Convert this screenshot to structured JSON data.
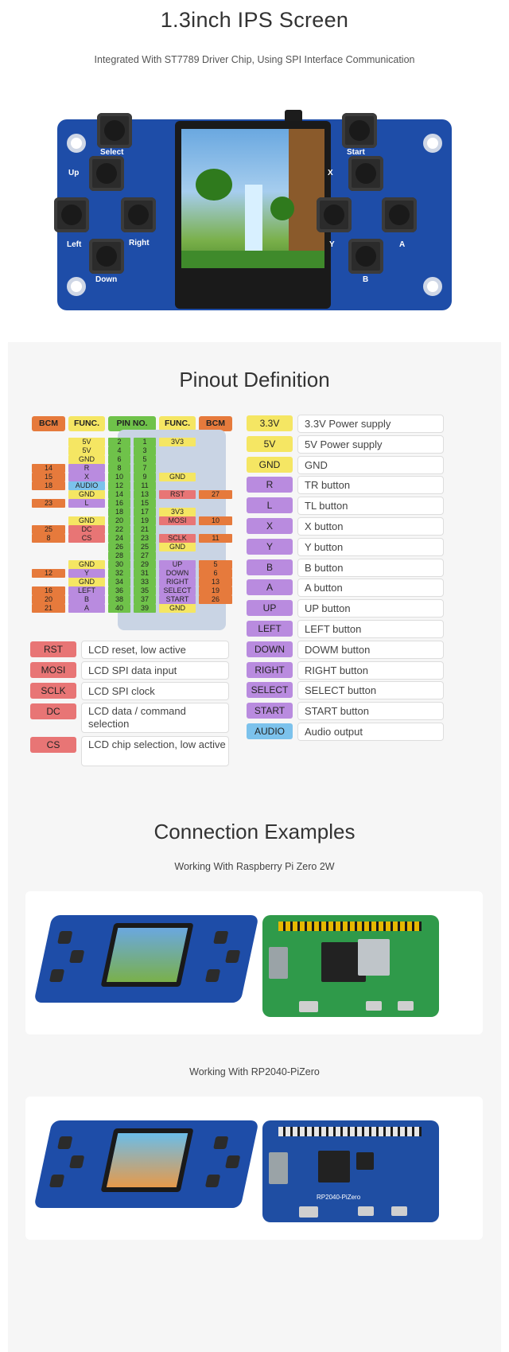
{
  "header": {
    "title": "1.3inch IPS Screen",
    "subtitle": "Integrated With ST7789 Driver Chip, Using SPI Interface Communication"
  },
  "board": {
    "labels": {
      "select": "Select",
      "up": "Up",
      "left": "Left",
      "right": "Right",
      "down": "Down",
      "start": "Start",
      "x": "X",
      "y": "Y",
      "a": "A",
      "b": "B"
    }
  },
  "pinout": {
    "title": "Pinout Definition",
    "headers": {
      "bcm_left": "BCM",
      "func_left": "FUNC.",
      "pin_no": "PIN NO.",
      "func_right": "FUNC.",
      "bcm_right": "BCM"
    },
    "rows_left": [
      {
        "bcm": "",
        "func": "5V",
        "pin": "2"
      },
      {
        "bcm": "",
        "func": "5V",
        "pin": "4"
      },
      {
        "bcm": "",
        "func": "GND",
        "pin": "6"
      },
      {
        "bcm": "14",
        "func": "R",
        "pin": "8"
      },
      {
        "bcm": "15",
        "func": "X",
        "pin": "10"
      },
      {
        "bcm": "18",
        "func": "AUDIO",
        "pin": "12"
      },
      {
        "bcm": "",
        "func": "GND",
        "pin": "14"
      },
      {
        "bcm": "23",
        "func": "L",
        "pin": "16"
      },
      {
        "bcm": "",
        "func": "",
        "pin": "18"
      },
      {
        "bcm": "",
        "func": "GND",
        "pin": "20"
      },
      {
        "bcm": "25",
        "func": "DC",
        "pin": "22"
      },
      {
        "bcm": "8",
        "func": "CS",
        "pin": "24"
      },
      {
        "bcm": "",
        "func": "",
        "pin": "26"
      },
      {
        "bcm": "",
        "func": "",
        "pin": "28"
      },
      {
        "bcm": "",
        "func": "GND",
        "pin": "30"
      },
      {
        "bcm": "12",
        "func": "Y",
        "pin": "32"
      },
      {
        "bcm": "",
        "func": "GND",
        "pin": "34"
      },
      {
        "bcm": "16",
        "func": "LEFT",
        "pin": "36"
      },
      {
        "bcm": "20",
        "func": "B",
        "pin": "38"
      },
      {
        "bcm": "21",
        "func": "A",
        "pin": "40"
      }
    ],
    "rows_right": [
      {
        "pin": "1",
        "func": "3V3",
        "bcm": ""
      },
      {
        "pin": "3",
        "func": "",
        "bcm": ""
      },
      {
        "pin": "5",
        "func": "",
        "bcm": ""
      },
      {
        "pin": "7",
        "func": "",
        "bcm": ""
      },
      {
        "pin": "9",
        "func": "GND",
        "bcm": ""
      },
      {
        "pin": "11",
        "func": "",
        "bcm": ""
      },
      {
        "pin": "13",
        "func": "RST",
        "bcm": "27"
      },
      {
        "pin": "15",
        "func": "",
        "bcm": ""
      },
      {
        "pin": "17",
        "func": "3V3",
        "bcm": ""
      },
      {
        "pin": "19",
        "func": "MOSI",
        "bcm": "10"
      },
      {
        "pin": "21",
        "func": "",
        "bcm": ""
      },
      {
        "pin": "23",
        "func": "SCLK",
        "bcm": "11"
      },
      {
        "pin": "25",
        "func": "GND",
        "bcm": ""
      },
      {
        "pin": "27",
        "func": "",
        "bcm": ""
      },
      {
        "pin": "29",
        "func": "UP",
        "bcm": "5"
      },
      {
        "pin": "31",
        "func": "DOWN",
        "bcm": "6"
      },
      {
        "pin": "33",
        "func": "RIGHT",
        "bcm": "13"
      },
      {
        "pin": "35",
        "func": "SELECT",
        "bcm": "19"
      },
      {
        "pin": "37",
        "func": "START",
        "bcm": "26"
      },
      {
        "pin": "39",
        "func": "GND",
        "bcm": ""
      }
    ],
    "legend_right": [
      {
        "code": "3.3V",
        "desc": "3.3V Power supply",
        "color": "#f5e663"
      },
      {
        "code": "5V",
        "desc": "5V Power supply",
        "color": "#f5e663"
      },
      {
        "code": "GND",
        "desc": "GND",
        "color": "#f5e663"
      },
      {
        "code": "R",
        "desc": "TR button",
        "color": "#b98bdf"
      },
      {
        "code": "L",
        "desc": "TL button",
        "color": "#b98bdf"
      },
      {
        "code": "X",
        "desc": "X button",
        "color": "#b98bdf"
      },
      {
        "code": "Y",
        "desc": "Y button",
        "color": "#b98bdf"
      },
      {
        "code": "B",
        "desc": "B button",
        "color": "#b98bdf"
      },
      {
        "code": "A",
        "desc": "A button",
        "color": "#b98bdf"
      },
      {
        "code": "UP",
        "desc": "UP button",
        "color": "#b98bdf"
      },
      {
        "code": "LEFT",
        "desc": "LEFT button",
        "color": "#b98bdf"
      },
      {
        "code": "DOWN",
        "desc": "DOWM button",
        "color": "#b98bdf"
      },
      {
        "code": "RIGHT",
        "desc": "RIGHT button",
        "color": "#b98bdf"
      },
      {
        "code": "SELECT",
        "desc": "SELECT button",
        "color": "#b98bdf"
      },
      {
        "code": "START",
        "desc": "START button",
        "color": "#b98bdf"
      },
      {
        "code": "AUDIO",
        "desc": "Audio output",
        "color": "#7cc2ec"
      }
    ],
    "legend_left": [
      {
        "code": "RST",
        "desc": "LCD reset, low active"
      },
      {
        "code": "MOSI",
        "desc": "LCD SPI data input"
      },
      {
        "code": "SCLK",
        "desc": "LCD SPI clock"
      },
      {
        "code": "DC",
        "desc": "LCD data / command selection"
      },
      {
        "code": "CS",
        "desc": "LCD chip selection, low active"
      }
    ],
    "colors": {
      "bcm": "#e67a3c",
      "func": "#f5e663",
      "pin": "#6fc24a",
      "lcd": "#e87575",
      "button": "#b98bdf",
      "audio": "#7cc2ec"
    }
  },
  "connection": {
    "title": "Connection Examples",
    "example1": "Working With Raspberry Pi Zero 2W",
    "example2": "Working With RP2040-PiZero",
    "board2_label": "RP2040-PiZero"
  }
}
